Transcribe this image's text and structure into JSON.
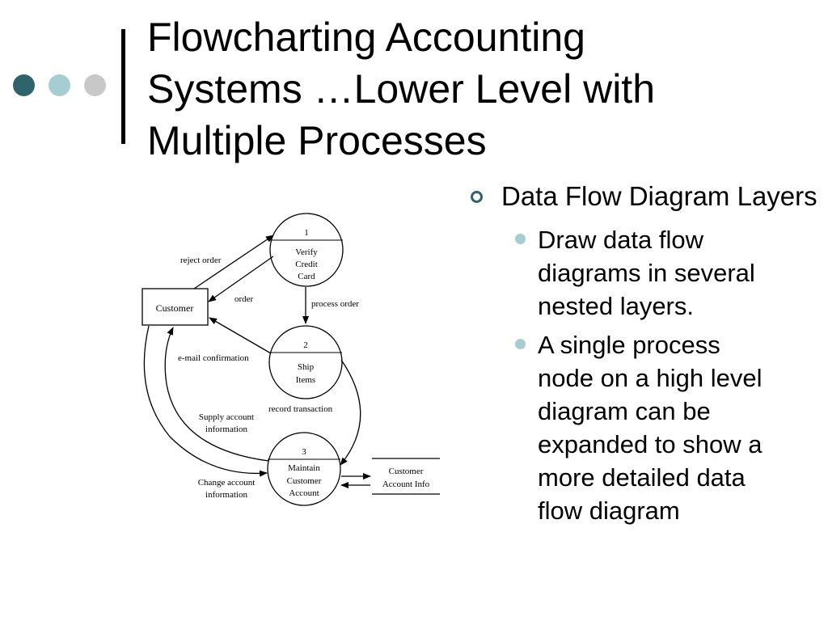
{
  "slide": {
    "title": "Flowcharting Accounting\nSystems …Lower Level with\nMultiple Processes",
    "bullet_l1": "Data Flow Diagram Layers",
    "bullets_l2": [
      "Draw data flow diagrams in several nested layers.",
      "A single process node on a high level diagram can be expanded to show a more detailed data flow diagram"
    ]
  },
  "diagram": {
    "customer": "Customer",
    "datastore": [
      "Customer",
      "Account Info"
    ],
    "processes": [
      {
        "num": "1",
        "lines": [
          "Verify",
          "Credit",
          "Card"
        ]
      },
      {
        "num": "2",
        "lines": [
          "Ship",
          "Items"
        ]
      },
      {
        "num": "3",
        "lines": [
          "Maintain",
          "Customer",
          "Account"
        ]
      }
    ],
    "flows": {
      "reject_order": "reject order",
      "order": "order",
      "process_order": "process order",
      "email_confirmation": "e-mail confirmation",
      "record_transaction": "record transaction",
      "supply_account": [
        "Supply account",
        "information"
      ],
      "change_account": [
        "Change account",
        "information"
      ]
    }
  }
}
